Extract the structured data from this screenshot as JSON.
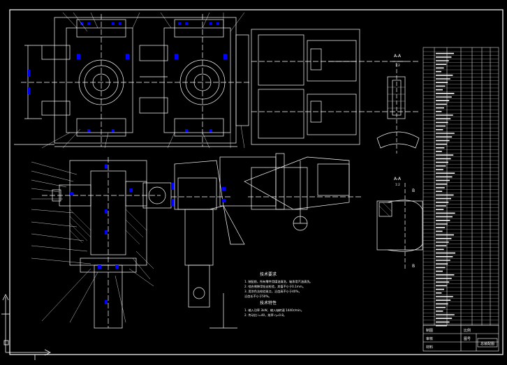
{
  "drawing": {
    "section_markers": [
      {
        "id": "A-A",
        "label": "A-A",
        "scale": "1:2"
      },
      {
        "id": "B-B",
        "label": "A-A",
        "scale": "1:2"
      }
    ],
    "side_labels": [
      "B",
      "B"
    ],
    "notes": {
      "heading_1": "技术要求",
      "lines_1": [
        "1. 装配前，所有零件用煤油清洗，轴承用汽油清洗。",
        "2. 啮合侧隙用铅丝检验，其值不小于0.1mm。",
        "3. 用涂色法检验斑点，沿齿高不小于40%，",
        "沿齿长不小于50%。"
      ],
      "heading_2": "技术特性",
      "lines_2": [
        "1. 输入功率 3kW，输入轴转速 1440r/min。",
        "2. 传动比 i=40，效率 η=0.8。"
      ]
    },
    "title_block": {
      "drawing_name": "总装配图",
      "bottom_cells": [
        "制图",
        "审核",
        "比例",
        "图号",
        "材料"
      ]
    },
    "colors": {
      "background": "#000000",
      "line": "#ffffff",
      "accent": "#0000ff",
      "frame": "#ffffff"
    }
  }
}
